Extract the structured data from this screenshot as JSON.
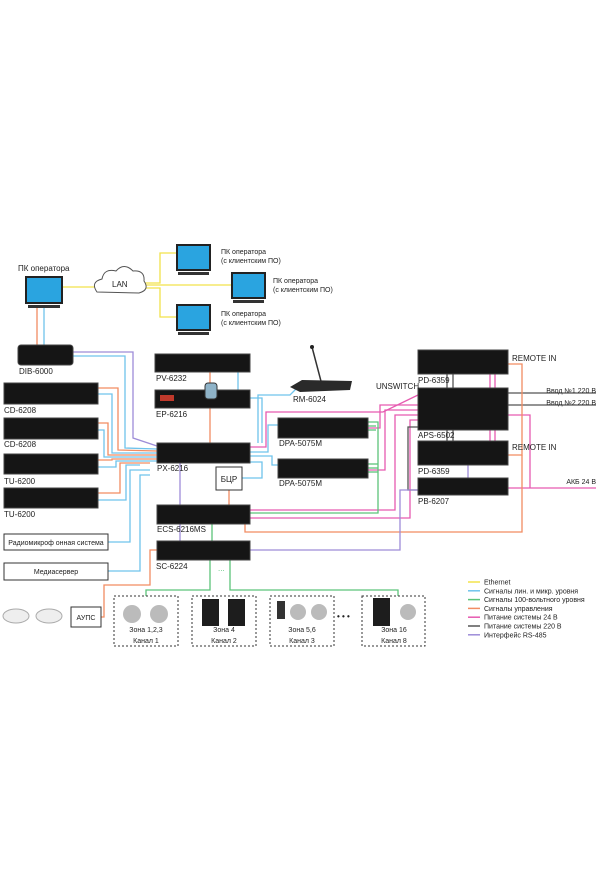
{
  "colors": {
    "ethernet": "#f2e24a",
    "line_level": "#6fc3ec",
    "v100": "#5cc47a",
    "control": "#f28c62",
    "power24": "#e65ab0",
    "power220": "#555555",
    "rs485": "#9d8cd8"
  },
  "network": {
    "operator_pc": "ПК оператора",
    "lan": "LAN",
    "client_pcs": [
      {
        "line1": "ПК оператора",
        "line2": "(с клиентским ПО)"
      },
      {
        "line1": "ПК оператора",
        "line2": "(с клиентским ПО)"
      },
      {
        "line1": "ПК оператора",
        "line2": "(с клиентским ПО)"
      }
    ]
  },
  "devices": {
    "dib": "DIB-6000",
    "cd1": "CD-6208",
    "cd2": "CD-6208",
    "tu1": "TU-6200",
    "tu2": "TU-6200",
    "radio": "Радиомикроф онная система",
    "media": "Медиасервер",
    "aups": "АУПС",
    "pv": "PV-6232",
    "ep": "EP-6216",
    "rm": "RM-6024",
    "px": "PX-6216",
    "bcr": "БЦР",
    "ecs": "ECS-6216MS",
    "sc": "SC-6224",
    "dpa1": "DPA-5075M",
    "dpa2": "DPA-5075M",
    "pd1": "PD-6359",
    "aps": "APS-6502",
    "pd2": "PD-6359",
    "pb": "PB-6207",
    "unswitch": "UNSWITCH",
    "remote1": "REMOTE IN",
    "remote2": "REMOTE IN",
    "input1": "Ввод №1 220 В",
    "input2": "Ввод №2 220 В",
    "battery": "АКБ 24 В",
    "ellipsis": "..."
  },
  "zones": [
    {
      "zone": "Зона 1,2,3",
      "channel": "Канал 1"
    },
    {
      "zone": "Зона 4",
      "channel": "Канал 2"
    },
    {
      "zone": "Зона 5,6",
      "channel": "Канал 3"
    },
    {
      "zone": "Зона 16",
      "channel": "Канал 8"
    }
  ],
  "zones_ellipsis": "• • •",
  "legend": [
    {
      "label": "Ethernet",
      "color": "#f2e24a"
    },
    {
      "label": "Сигналы лин. и микр. уровня",
      "color": "#6fc3ec"
    },
    {
      "label": "Сигналы 100-вольтного уровня",
      "color": "#5cc47a"
    },
    {
      "label": "Сигналы управления",
      "color": "#f28c62"
    },
    {
      "label": "Питание системы 24 В",
      "color": "#e65ab0"
    },
    {
      "label": "Питание системы 220 В",
      "color": "#555555"
    },
    {
      "label": "Интерфейс RS-485",
      "color": "#9d8cd8"
    }
  ]
}
